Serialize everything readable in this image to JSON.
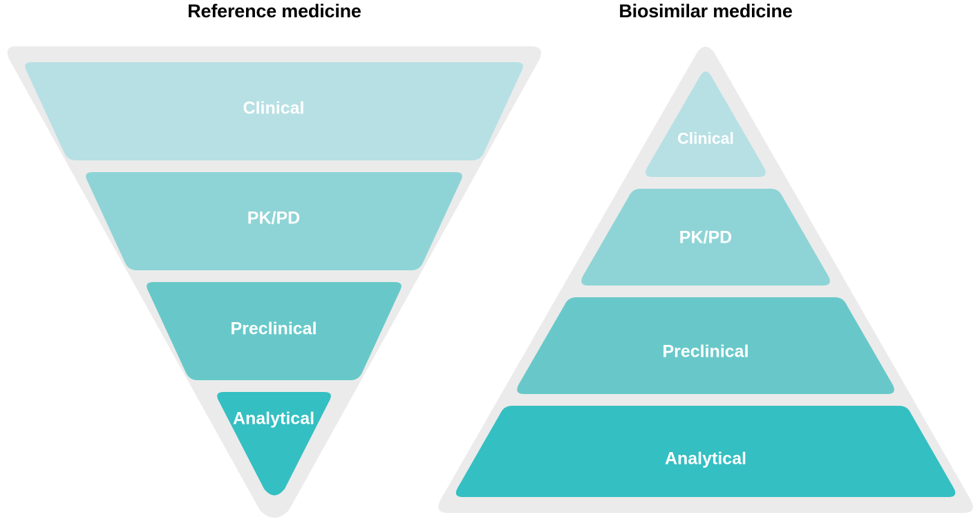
{
  "figure": {
    "type": "comparison-pyramid-diagram",
    "background_color": "#ffffff",
    "frame_color": "#ebebeb",
    "label_color": "#ffffff",
    "title_color": "#000000"
  },
  "panels": [
    {
      "id": "reference",
      "title": "Reference medicine",
      "shape": "inverted-pyramid",
      "orientation": "apex-down",
      "meaning": "largest evidence burden at the clinical level, smallest at analytical",
      "tiers": [
        {
          "key": "clinical",
          "label": "Clinical",
          "color": "#b6e0e4",
          "order": 1,
          "relative_size": "largest"
        },
        {
          "key": "pkpd",
          "label": "PK/PD",
          "color": "#8ed4d6",
          "order": 2,
          "relative_size": "large"
        },
        {
          "key": "preclinical",
          "label": "Preclinical",
          "color": "#68c8c9",
          "order": 3,
          "relative_size": "medium"
        },
        {
          "key": "analytical",
          "label": "Analytical",
          "color": "#34bfc2",
          "order": 4,
          "relative_size": "smallest"
        }
      ]
    },
    {
      "id": "biosimilar",
      "title": "Biosimilar medicine",
      "shape": "pyramid",
      "orientation": "apex-up",
      "meaning": "largest evidence burden at the analytical level, smallest at clinical",
      "tiers": [
        {
          "key": "clinical",
          "label": "Clinical",
          "color": "#b6e0e4",
          "order": 1,
          "relative_size": "smallest"
        },
        {
          "key": "pkpd",
          "label": "PK/PD",
          "color": "#8ed4d6",
          "order": 2,
          "relative_size": "medium"
        },
        {
          "key": "preclinical",
          "label": "Preclinical",
          "color": "#68c8c9",
          "order": 3,
          "relative_size": "large"
        },
        {
          "key": "analytical",
          "label": "Analytical",
          "color": "#34bfc2",
          "order": 4,
          "relative_size": "largest"
        }
      ]
    }
  ],
  "chart_data": {
    "type": "pyramid",
    "title": "",
    "legend_position": "none",
    "grid": false,
    "categories": [
      "Clinical",
      "PK/PD",
      "Preclinical",
      "Analytical"
    ],
    "series": [
      {
        "name": "Reference medicine",
        "values": [
          4,
          3,
          2,
          1
        ],
        "note": "tier width decreases top to bottom"
      },
      {
        "name": "Biosimilar medicine",
        "values": [
          1,
          2,
          3,
          4
        ],
        "note": "tier width increases top to bottom"
      }
    ],
    "tier_colors": [
      "#b6e0e4",
      "#8ed4d6",
      "#68c8c9",
      "#34bfc2"
    ],
    "xlabel": "",
    "ylabel": ""
  }
}
